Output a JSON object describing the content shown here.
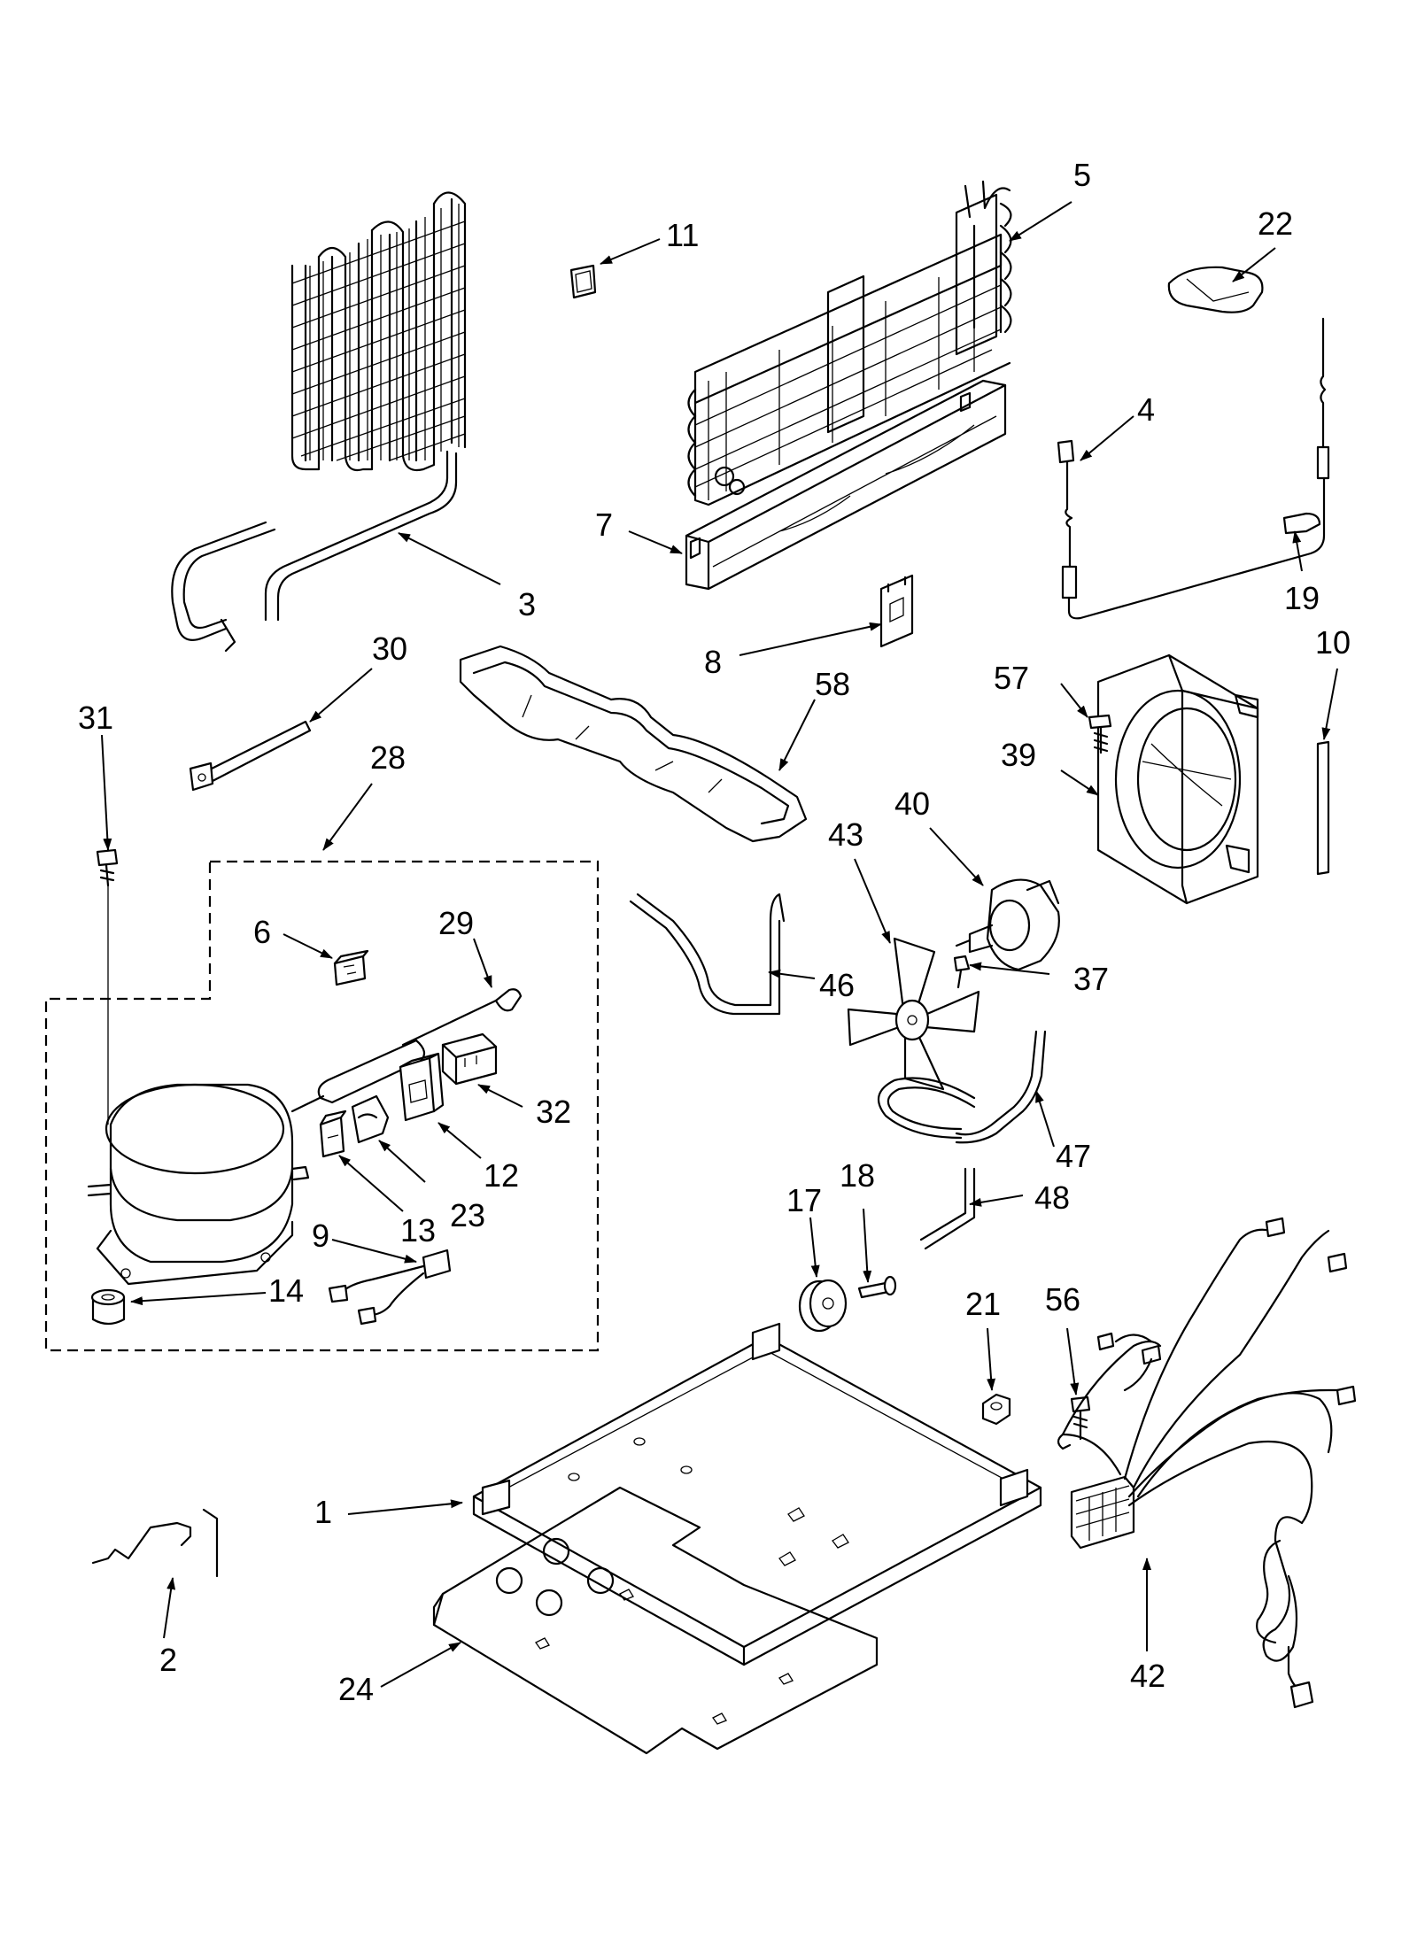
{
  "diagram": {
    "callouts": {
      "c1": "1",
      "c2": "2",
      "c3": "3",
      "c4": "4",
      "c5": "5",
      "c6": "6",
      "c7": "7",
      "c8": "8",
      "c9": "9",
      "c10": "10",
      "c11": "11",
      "c12": "12",
      "c13": "13",
      "c14": "14",
      "c17": "17",
      "c18": "18",
      "c19": "19",
      "c21": "21",
      "c22": "22",
      "c23": "23",
      "c24": "24",
      "c28": "28",
      "c29": "29",
      "c30": "30",
      "c31": "31",
      "c32": "32",
      "c37": "37",
      "c39": "39",
      "c40": "40",
      "c42": "42",
      "c43": "43",
      "c46": "46",
      "c47": "47",
      "c48": "48",
      "c56": "56",
      "c57": "57",
      "c58": "58"
    }
  }
}
